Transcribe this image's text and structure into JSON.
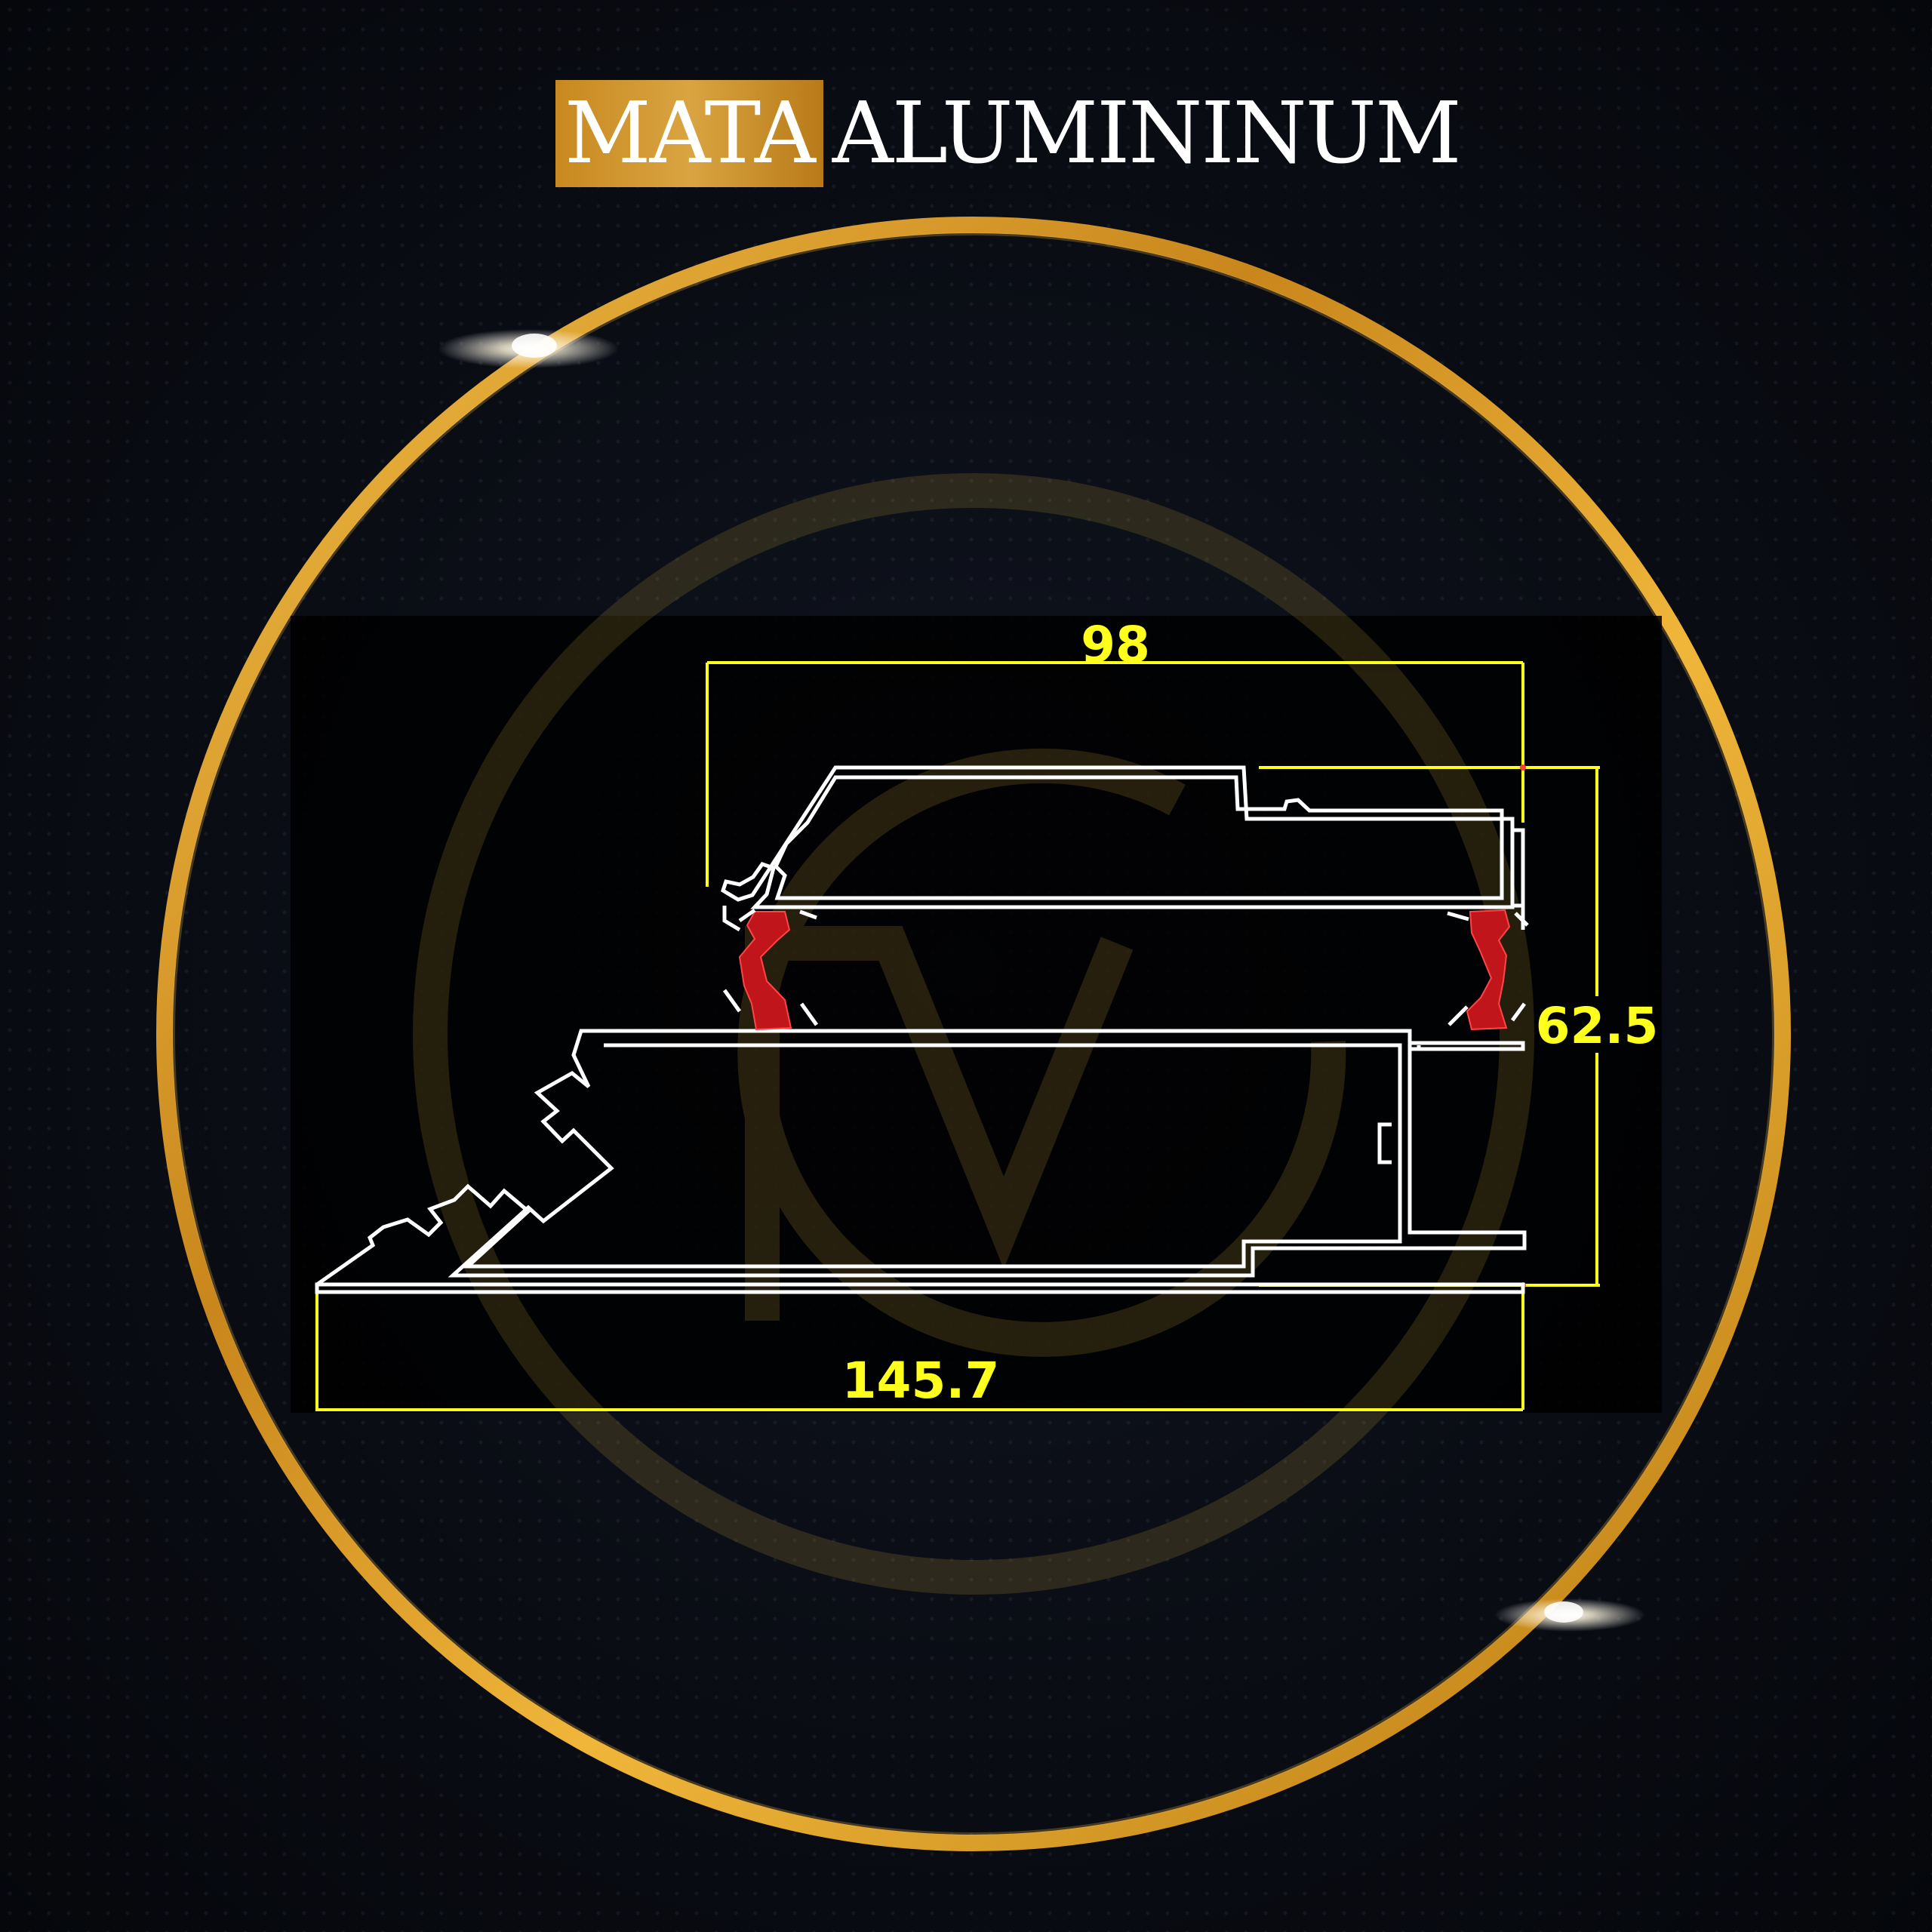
{
  "brand": {
    "highlight": "MATA",
    "rest": "ALUMININUM",
    "gold_color": "#d39a33",
    "text_color": "#ffffff"
  },
  "drawing": {
    "type": "aluminium profile cross-section",
    "dimensions": {
      "top_width": "98",
      "height": "62.5",
      "bottom_width": "145.7"
    },
    "colors": {
      "dimension_lines": "#ffff1e",
      "profile_outline": "#ffffff",
      "gasket": "#c0161b",
      "ring": "#e0a028"
    }
  }
}
